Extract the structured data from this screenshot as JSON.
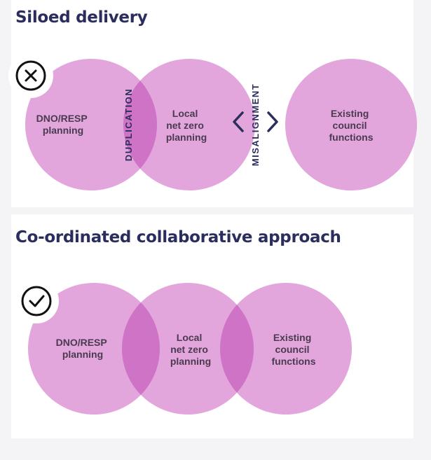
{
  "sections": [
    {
      "title": "Siloed delivery",
      "status_icon": "cross-circle-icon",
      "circles": [
        {
          "lines": [
            "DNO/RESP",
            "planning"
          ]
        },
        {
          "lines": [
            "Local",
            "net zero",
            "planning"
          ]
        },
        {
          "lines": [
            "Existing",
            "council",
            "functions"
          ]
        }
      ],
      "overlap_label": "DUPLICATION",
      "gap_label": "MISALIGNMENT",
      "gap_icons": [
        "chevron-left-icon",
        "chevron-right-icon"
      ]
    },
    {
      "title": "Co-ordinated collaborative approach",
      "status_icon": "check-circle-icon",
      "circles": [
        {
          "lines": [
            "DNO/RESP",
            "planning"
          ]
        },
        {
          "lines": [
            "Local",
            "net zero",
            "planning"
          ]
        },
        {
          "lines": [
            "Existing",
            "council",
            "functions"
          ]
        }
      ]
    }
  ],
  "colors": {
    "circle_fill": "#e3a6dc",
    "overlap_fill": "#cf73c6",
    "title": "#2b2d5c",
    "background": "#f4f4f7"
  }
}
